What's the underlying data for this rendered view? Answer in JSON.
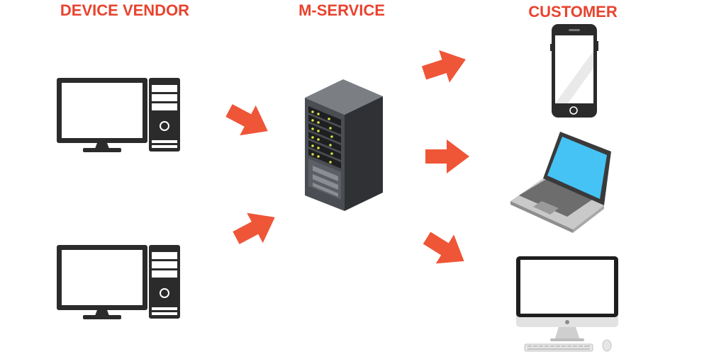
{
  "headings": {
    "vendor": "DEVICE VENDOR",
    "service": "M-SERVICE",
    "customer": "CUSTOMER"
  },
  "colors": {
    "heading": "#e8432e",
    "arrow": "#ef5537",
    "device_dark": "#2b2b2b",
    "screen_white": "#ffffff",
    "laptop_screen": "#45c3f5",
    "server_body": "#4a4d52",
    "imac_body": "#e2e2e2"
  },
  "nodes": [
    {
      "group": "vendor",
      "icon": "desktop-computer-icon"
    },
    {
      "group": "vendor",
      "icon": "desktop-computer-icon"
    },
    {
      "group": "service",
      "icon": "server-rack-icon"
    },
    {
      "group": "customer",
      "icon": "smartphone-icon"
    },
    {
      "group": "customer",
      "icon": "laptop-icon"
    },
    {
      "group": "customer",
      "icon": "all-in-one-desktop-icon"
    }
  ],
  "flows": [
    {
      "from": "vendor",
      "to": "service",
      "icon": "arrow-icon"
    },
    {
      "from": "vendor",
      "to": "service",
      "icon": "arrow-icon"
    },
    {
      "from": "service",
      "to": "customer",
      "icon": "arrow-icon"
    },
    {
      "from": "service",
      "to": "customer",
      "icon": "arrow-icon"
    },
    {
      "from": "service",
      "to": "customer",
      "icon": "arrow-icon"
    }
  ]
}
